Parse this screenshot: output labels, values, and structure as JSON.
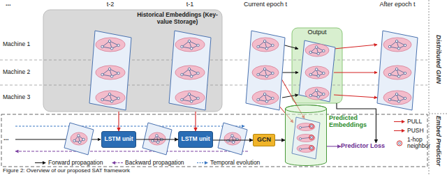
{
  "diagram": {
    "caption": "Figure 2: Overview of our proposed SAT framework",
    "nodes": [
      {
        "text": [
          "Historical Embeddings (Key-value Storage)"
        ]
      },
      {
        "text": [
          "Output"
        ]
      },
      {
        "text": [
          "LSTM unit"
        ]
      },
      {
        "text": [
          "LSTM unit"
        ]
      },
      {
        "text": [
          "GCN"
        ]
      },
      {
        "text": [
          "Predicted Embeddings"
        ]
      },
      {
        "text": [
          "Predictor Loss"
        ]
      }
    ],
    "edges": [
      {
        "from": 0,
        "to": 2,
        "arrow": "to"
      },
      {
        "from": 0,
        "to": 3,
        "arrow": "to"
      },
      {
        "from": 2,
        "to": 3,
        "arrow": "to"
      },
      {
        "from": 3,
        "to": 4,
        "arrow": "to"
      },
      {
        "from": 4,
        "to": 5,
        "arrow": "to"
      },
      {
        "from": 5,
        "to": 6,
        "arrow": "to"
      },
      {
        "from": 1,
        "to": 6,
        "arrow": "to"
      }
    ],
    "labels": [
      "...",
      "t-2",
      "t-1",
      "Current epoch t",
      "After epoch t",
      "Machine 1",
      "Machine 2",
      "Machine 3",
      "Distributed GNN",
      "...",
      "Embed Predictor"
    ],
    "legend": [
      {
        "text": "Forward propagation"
      },
      {
        "text": "Backward propagation"
      },
      {
        "text": "Temporal evolution"
      },
      {
        "text": "PULL"
      },
      {
        "text": "PUSH"
      },
      {
        "text": "1-hop neighbor"
      }
    ]
  }
}
